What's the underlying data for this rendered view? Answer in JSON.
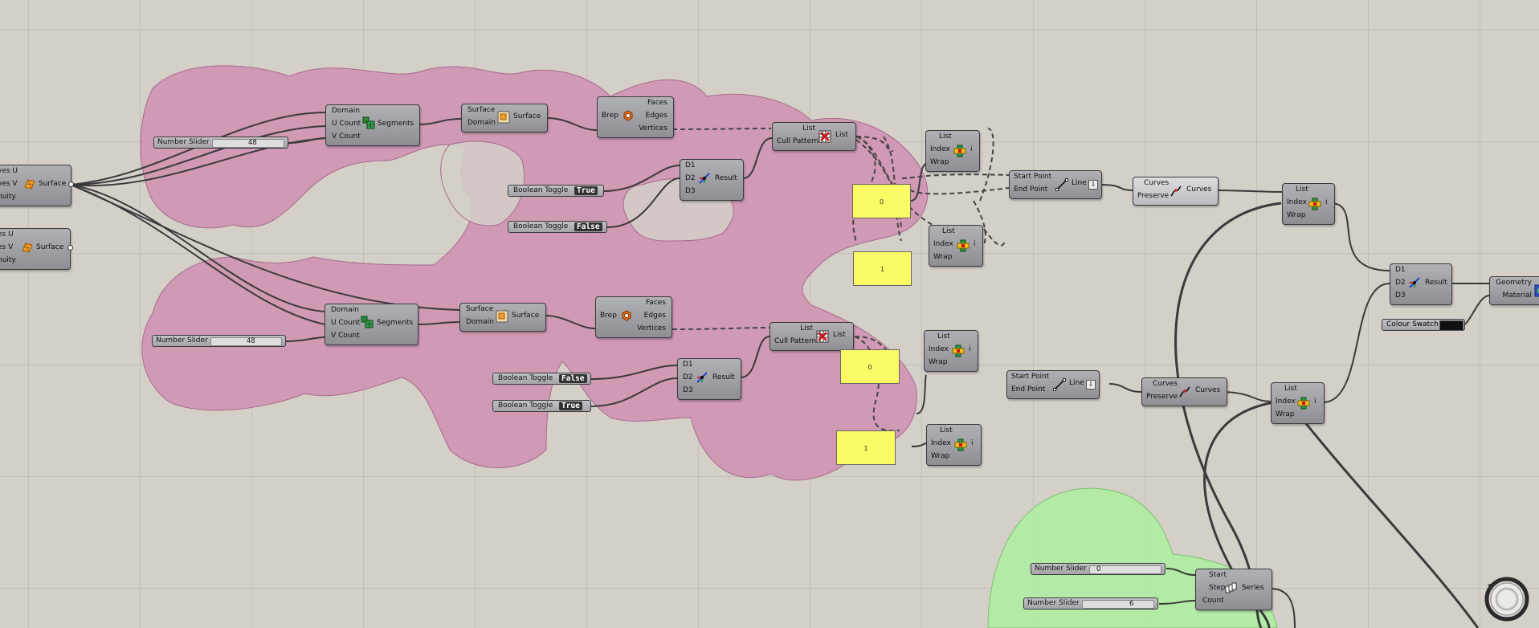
{
  "colors": {
    "canvas": "#d4d0c8",
    "group_pink": "#cf8fb0",
    "group_green": "#aeeca2",
    "panel_yellow": "#fbfb66",
    "wire": "#3a3a3a",
    "component": "#9c9ca2"
  },
  "surface_top": {
    "in1": "ves U",
    "in2": "ves V",
    "in3": "nuity",
    "out": "Surface",
    "icon": "loft-surface-icon"
  },
  "surface_bottom": {
    "in1": "es U",
    "in2": "es V",
    "in3": "nuity",
    "out": "Surface",
    "icon": "loft-surface-icon"
  },
  "slider_top": {
    "label": "Number Slider",
    "value": "48"
  },
  "slider_bottom": {
    "label": "Number Slider",
    "value": "48"
  },
  "slider_start": {
    "label": "Number Slider",
    "value": "0"
  },
  "slider_count": {
    "label": "Number Slider",
    "value": "6"
  },
  "divide_top": {
    "in1": "Domain",
    "in2": "U Count",
    "in3": "V Count",
    "out": "Segments",
    "icon": "divide-domain-icon"
  },
  "divide_bottom": {
    "in1": "Domain",
    "in2": "U Count",
    "in3": "V Count",
    "out": "Segments",
    "icon": "divide-domain-icon"
  },
  "isotrim_top": {
    "in1": "Surface",
    "in2": "Domain",
    "out": "Surface",
    "icon": "isotrim-icon"
  },
  "isotrim_bottom": {
    "in1": "Surface",
    "in2": "Domain",
    "out": "Surface",
    "icon": "isotrim-icon"
  },
  "dbrep_top": {
    "in": "Brep",
    "out1": "Faces",
    "out2": "Edges",
    "out3": "Vertices",
    "icon": "deconstruct-brep-icon"
  },
  "dbrep_bottom": {
    "in": "Brep",
    "out1": "Faces",
    "out2": "Edges",
    "out3": "Vertices",
    "icon": "deconstruct-brep-icon"
  },
  "toggle_1": {
    "label": "Boolean Toggle",
    "value": "True"
  },
  "toggle_2": {
    "label": "Boolean Toggle",
    "value": "False"
  },
  "toggle_3": {
    "label": "Boolean Toggle",
    "value": "False"
  },
  "toggle_4": {
    "label": "Boolean Toggle",
    "value": "True"
  },
  "pick_top": {
    "in1": "D1",
    "in2": "D2",
    "in3": "D3",
    "out": "Result",
    "icon": "pick-choose-icon"
  },
  "pick_bottom": {
    "in1": "D1",
    "in2": "D2",
    "in3": "D3",
    "out": "Result",
    "icon": "pick-choose-icon"
  },
  "pick_right": {
    "in1": "D1",
    "in2": "D2",
    "in3": "D3",
    "out": "Result",
    "icon": "pick-choose-icon"
  },
  "cull_top": {
    "in1": "List",
    "in2": "Cull Pattern",
    "out": "List",
    "icon": "cull-pattern-icon"
  },
  "cull_bottom": {
    "in1": "List",
    "in2": "Cull Pattern",
    "out": "List",
    "icon": "cull-pattern-icon"
  },
  "item_a": {
    "in1": "List",
    "in2": "Index",
    "in3": "Wrap",
    "out": "i",
    "icon": "list-item-icon"
  },
  "item_b": {
    "in1": "List",
    "in2": "Index",
    "in3": "Wrap",
    "out": "i",
    "icon": "list-item-icon"
  },
  "item_c": {
    "in1": "List",
    "in2": "Index",
    "in3": "Wrap",
    "out": "i",
    "icon": "list-item-icon"
  },
  "item_d": {
    "in1": "List",
    "in2": "Index",
    "in3": "Wrap",
    "out": "i",
    "icon": "list-item-icon"
  },
  "item_e": {
    "in1": "List",
    "in2": "Index",
    "in3": "Wrap",
    "out": "i",
    "icon": "list-item-icon"
  },
  "item_f": {
    "in1": "List",
    "in2": "Index",
    "in3": "Wrap",
    "out": "i",
    "icon": "list-item-icon"
  },
  "panel_a": {
    "value": "0"
  },
  "panel_b": {
    "value": "1"
  },
  "panel_c": {
    "value": "0"
  },
  "panel_d": {
    "value": "1"
  },
  "line_top": {
    "in1": "Start Point",
    "in2": "End Point",
    "out": "Line",
    "icon": "line-icon"
  },
  "line_bottom": {
    "in1": "Start Point",
    "in2": "End Point",
    "out": "Line",
    "icon": "line-icon"
  },
  "join_top": {
    "in1": "Curves",
    "in2": "Preserve",
    "out": "Curves",
    "icon": "join-curves-icon"
  },
  "join_bottom": {
    "in1": "Curves",
    "in2": "Preserve",
    "out": "Curves",
    "icon": "join-curves-icon"
  },
  "preview": {
    "in1": "Geometry",
    "in2": "Material",
    "icon": "custom-preview-icon"
  },
  "swatch": {
    "label": "Colour Swatch",
    "color": "#111111"
  },
  "series": {
    "in1": "Start",
    "in2": "Step",
    "in3": "Count",
    "out": "Series",
    "icon": "series-icon"
  },
  "navigator": {
    "icon": "navigation-compass-icon"
  }
}
